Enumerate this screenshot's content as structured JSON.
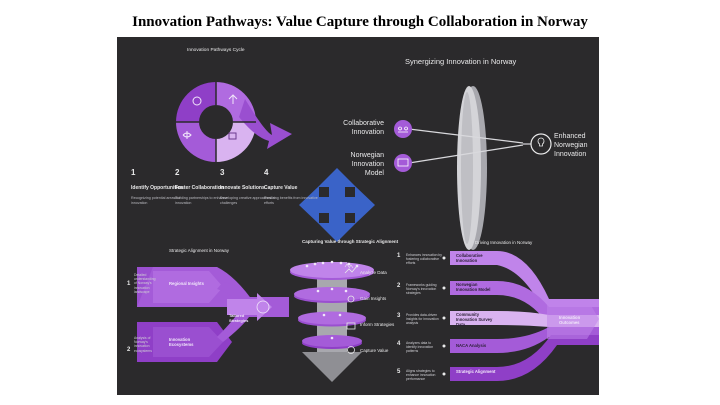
{
  "page_title": "Innovation Pathways: Value Capture through Collaboration in Norway",
  "colors": {
    "panel_bg": "#2b2a2c",
    "purple_dark": "#8f3fc7",
    "purple_mid": "#b06be0",
    "purple_light": "#d9b3f0",
    "blue": "#3a63c8",
    "text": "#e9e9ea"
  },
  "cycle": {
    "title": "Innovation Pathways Cycle",
    "steps": [
      {
        "num": "1",
        "heading": "Identify Opportunities",
        "desc": "Recognizing potential areas for innovation"
      },
      {
        "num": "2",
        "heading": "Foster Collaboration",
        "desc": "Building partnerships to enhance innovation"
      },
      {
        "num": "3",
        "heading": "Innovate Solutions",
        "desc": "Developing creative approaches to challenges"
      },
      {
        "num": "4",
        "heading": "Capture Value",
        "desc": "Realizing benefits from innovative efforts"
      }
    ]
  },
  "synergy": {
    "title": "Synergizing Innovation in Norway",
    "inputs": [
      "Collaborative Innovation",
      "Norwegian Innovation Model"
    ],
    "output": "Enhanced Norwegian Innovation"
  },
  "strategic_alignment": {
    "title": "Strategic Alignment in Norway",
    "items": [
      {
        "num": "1",
        "desc": "Detailed understanding of Norway's innovation landscape",
        "label": "Regional Insights"
      },
      {
        "num": "2",
        "desc": "Analysis of Norway's innovation ecosystems",
        "label": "Innovation Ecosystems"
      }
    ],
    "merge_label": "Tailored Strategies"
  },
  "capturing": {
    "title": "Capturing Value through Strategic Alignment",
    "items": [
      "Analyze Data",
      "Gain Insights",
      "Inform Strategies",
      "Capture Value"
    ]
  },
  "driving": {
    "title": "Driving Innovation in Norway",
    "rows": [
      {
        "num": "1",
        "desc": "Enhances innovation by fostering collaborative efforts",
        "label": "Collaborative Innovation"
      },
      {
        "num": "2",
        "desc": "Frameworks guiding Norway's innovation strategies",
        "label": "Norwegian Innovation Model"
      },
      {
        "num": "3",
        "desc": "Provides data-driven insights for innovation analysis",
        "label": "Community Innovation Survey Data"
      },
      {
        "num": "4",
        "desc": "Analyzes data to identify innovation patterns",
        "label": "NACA Analysis"
      },
      {
        "num": "5",
        "desc": "Aligns strategies to enhance innovation performance",
        "label": "Strategic Alignment"
      }
    ],
    "outcome": "Innovation Outcomes"
  }
}
